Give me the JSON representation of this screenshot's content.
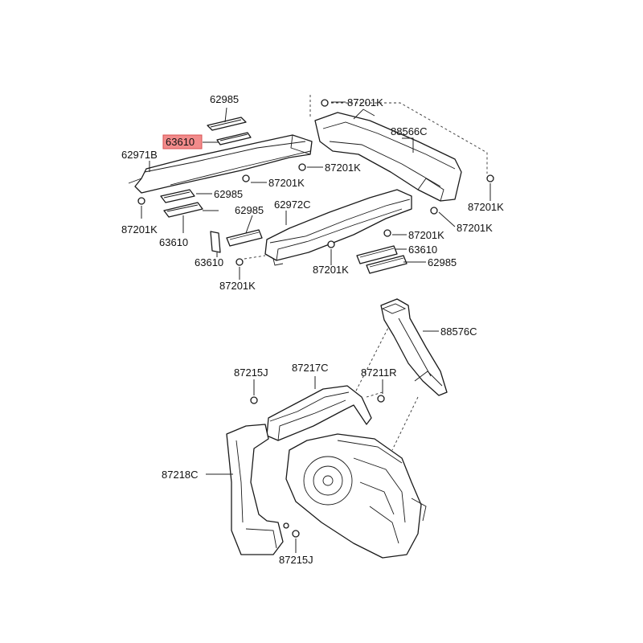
{
  "labels": {
    "p62985_a": "62985",
    "p63610_hl": "63610",
    "p62971B": "62971B",
    "p87201K_a": "87201K",
    "p88566C": "88566C",
    "p87201K_b": "87201K",
    "p87201K_c": "87201K",
    "p62985_b": "62985",
    "p62972C": "62972C",
    "p87201K_d": "87201K",
    "p87201K_e": "87201K",
    "p62985_c": "62985",
    "p87201K_f": "87201K",
    "p87201K_g": "87201K",
    "p63610_a": "63610",
    "p63610_b": "63610",
    "p87201K_h": "87201K",
    "p63610_c": "63610",
    "p62985_d": "62985",
    "p87201K_i": "87201K",
    "p88576C": "88576C",
    "p87215J_a": "87215J",
    "p87217C": "87217C",
    "p87211R": "87211R",
    "p87218C": "87218C",
    "p87215J_b": "87215J"
  },
  "colors": {
    "highlight": "#f28b8b",
    "line": "#222222"
  }
}
